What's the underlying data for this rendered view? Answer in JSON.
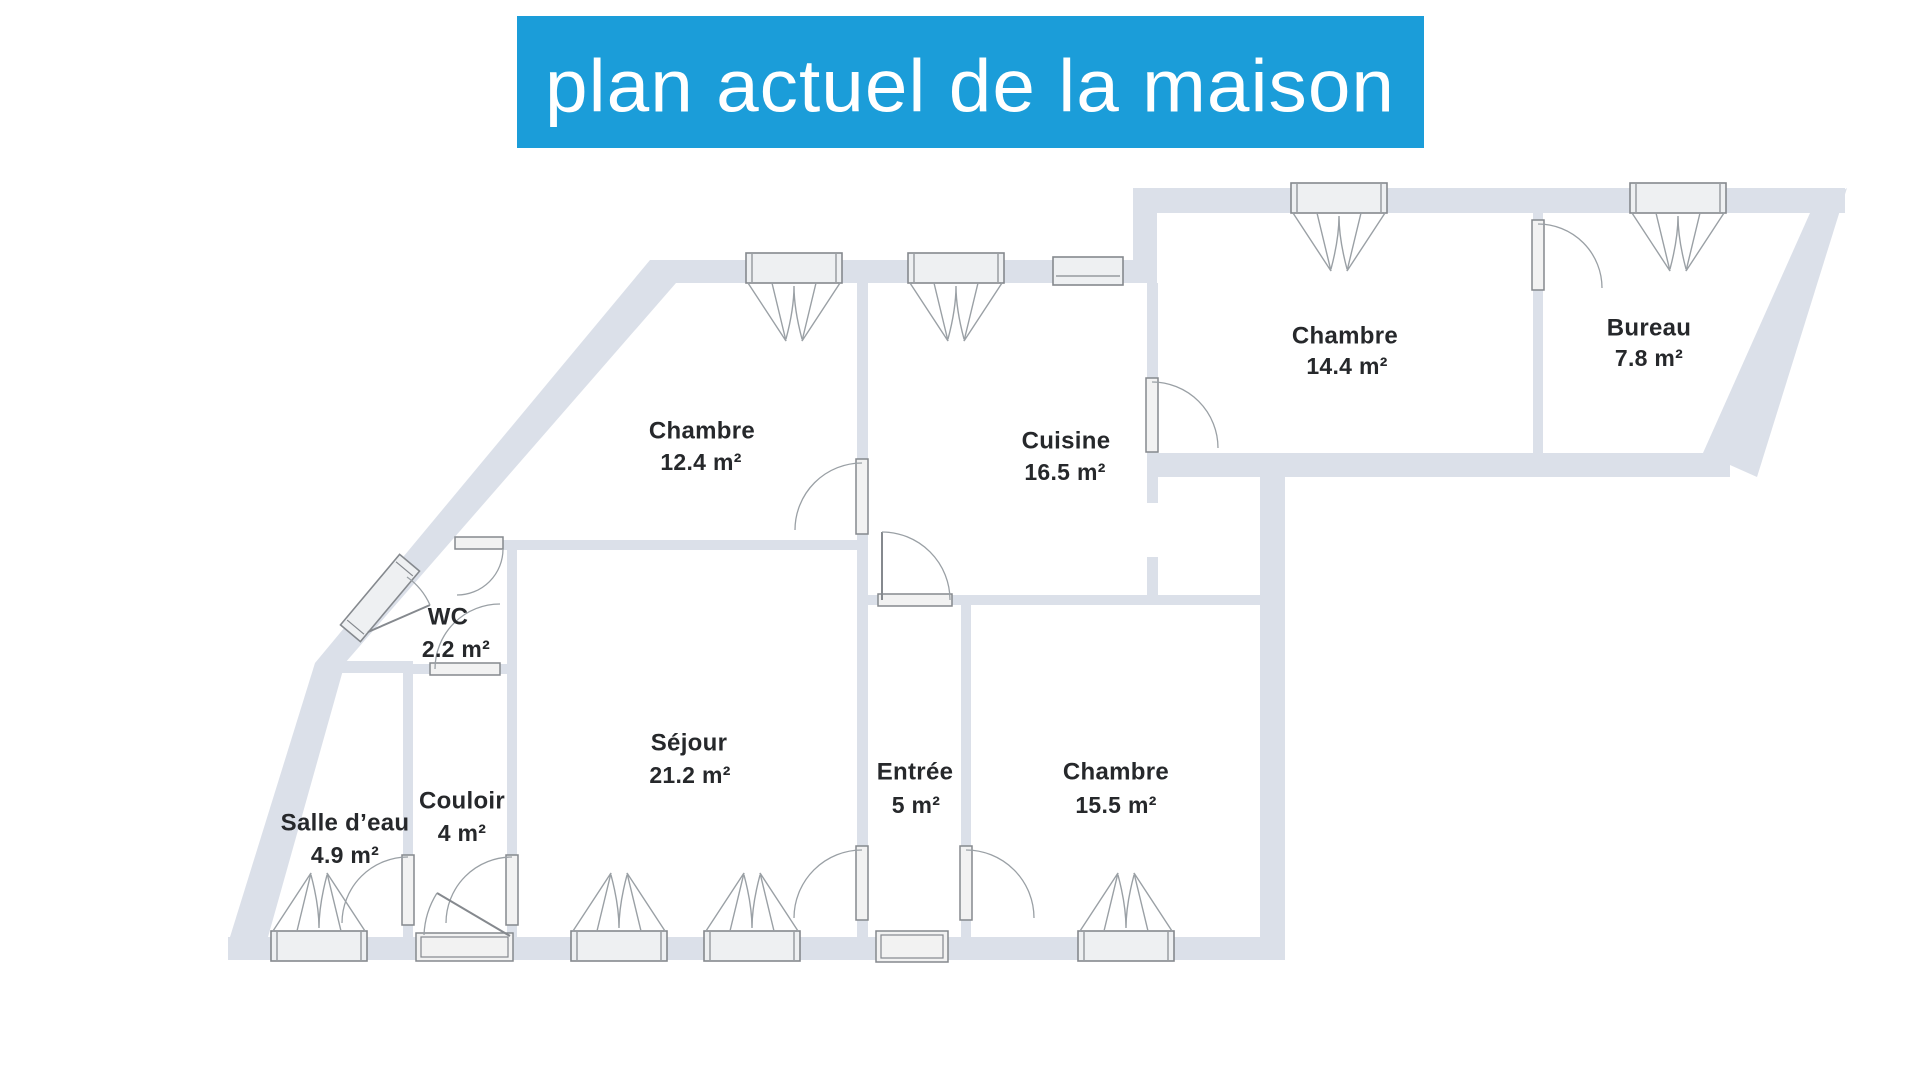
{
  "title": {
    "label": "plan actuel de la maison"
  },
  "colors": {
    "banner_bg": "#1b9dd9",
    "banner_text": "#ffffff",
    "wall": "#dbe0e9",
    "line": "#85898e",
    "arc_line": "#9aa0a5",
    "door_fill": "#f2f2f2",
    "window_fill": "#eef0f2",
    "label_text": "#26282b"
  },
  "rooms": [
    {
      "id": "chambre-1",
      "name": "Chambre",
      "area": "12.4 m²"
    },
    {
      "id": "cuisine",
      "name": "Cuisine",
      "area": "16.5 m²"
    },
    {
      "id": "chambre-2",
      "name": "Chambre",
      "area": "14.4 m²"
    },
    {
      "id": "bureau",
      "name": "Bureau",
      "area": "7.8 m²"
    },
    {
      "id": "sejour",
      "name": "Séjour",
      "area": "21.2 m²"
    },
    {
      "id": "entree",
      "name": "Entrée",
      "area": "5 m²"
    },
    {
      "id": "chambre-3",
      "name": "Chambre",
      "area": "15.5 m²"
    },
    {
      "id": "wc",
      "name": "WC",
      "area": "2.2 m²"
    },
    {
      "id": "salle-eau",
      "name": "Salle d’eau",
      "area": "4.9 m²"
    },
    {
      "id": "couloir",
      "name": "Couloir",
      "area": "4 m²"
    }
  ]
}
